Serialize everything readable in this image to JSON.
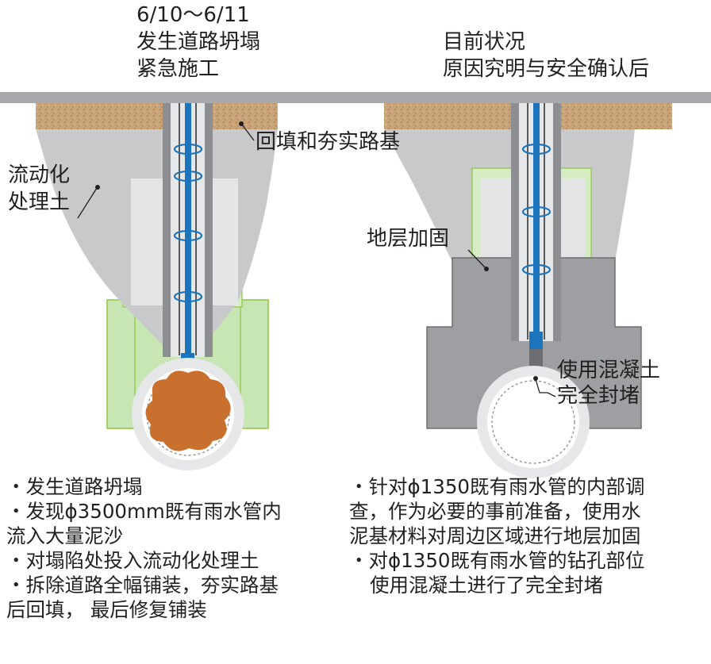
{
  "left_heading": {
    "date": "6/10～6/11",
    "line1": "发生道路坍塌",
    "line2": "紧急施工"
  },
  "right_heading": {
    "line1": "目前状况",
    "line2": "原因究明与安全确认后"
  },
  "labels": {
    "backfill": "回填和夯实路基",
    "flow_soil_1": "流动化",
    "flow_soil_2": "处理土",
    "ground_improvement": "地层加固",
    "concrete_seal_1": "使用混凝土",
    "concrete_seal_2": "完全封堵"
  },
  "left_notes": [
    "・发生道路坍塌",
    "・发现ϕ3500mm既有雨水管内",
    "流入大量泥沙",
    "・对塌陷处投入流动化处理土",
    "・拆除道路全幅铺装，夯实路基",
    "后回填，  最后修复铺装"
  ],
  "right_notes": [
    "・针对ϕ1350既有雨水管的内部调",
    "查，作为必要的事前准备，使用水",
    "泥基材料对周边区域进行地层加固",
    "・对ϕ1350既有雨水管的钻孔部位",
    "使用混凝土进行了完全封堵"
  ],
  "colors": {
    "road": "#a7a9ac",
    "soil": "#c49a6c",
    "fill": "#c8c9cb",
    "green": "#c7e6b4",
    "grout": "#9d9fa2",
    "pipe": "#1c75bc",
    "mud": "#c9702e"
  }
}
